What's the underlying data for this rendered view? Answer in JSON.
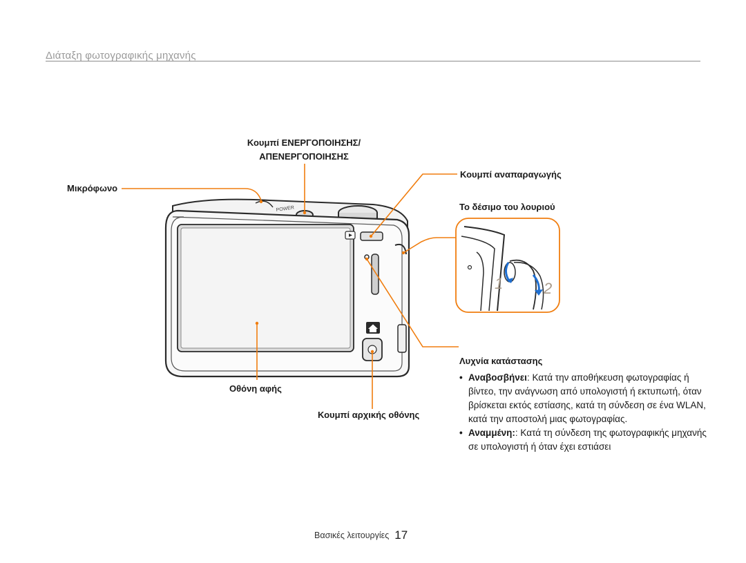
{
  "page": {
    "section_title": "Διάταξη φωτογραφικής μηχανής",
    "footer_label": "Βασικές λειτουργίες",
    "footer_page": "17"
  },
  "colors": {
    "callout": "#f07d0e",
    "text": "#1a1a1a",
    "muted": "#9a9a9a"
  },
  "labels": {
    "power_line1": "Κουμπί ΕΝΕΡΓΟΠΟΙΗΣΗΣ/",
    "power_line2": "ΑΠΕΝΕΡΓΟΠΟΙΗΣΗΣ",
    "microphone": "Μικρόφωνο",
    "playback_button": "Κουμπί αναπαραγωγής",
    "strap_attach": "Το δέσιμο του λουριού",
    "touch_screen": "Οθόνη αφής",
    "home_button": "Κουμπί αρχικής οθόνης",
    "status_lamp": "Λυχνία κατάστασης"
  },
  "status_lamp": {
    "items": [
      {
        "term": "Αναβοσβήνει",
        "text": ": Κατά την αποθήκευση φωτογραφίας ή βίντεο, την ανάγνωση από υπολογιστή ή εκτυπωτή, όταν βρίσκεται εκτός εστίασης, κατά τη σύνδεση σε ένα WLAN, κατά την αποστολή μιας φωτογραφίας."
      },
      {
        "term": "Αναμμένη:",
        "text": ": Κατά τη σύνδεση της φωτογραφικής μηχανής σε υπολογιστή ή όταν έχει εστιάσει"
      }
    ]
  },
  "strap_steps": {
    "step1": "1",
    "step2": "2"
  },
  "camera_marks": {
    "power_text": "POWER"
  }
}
